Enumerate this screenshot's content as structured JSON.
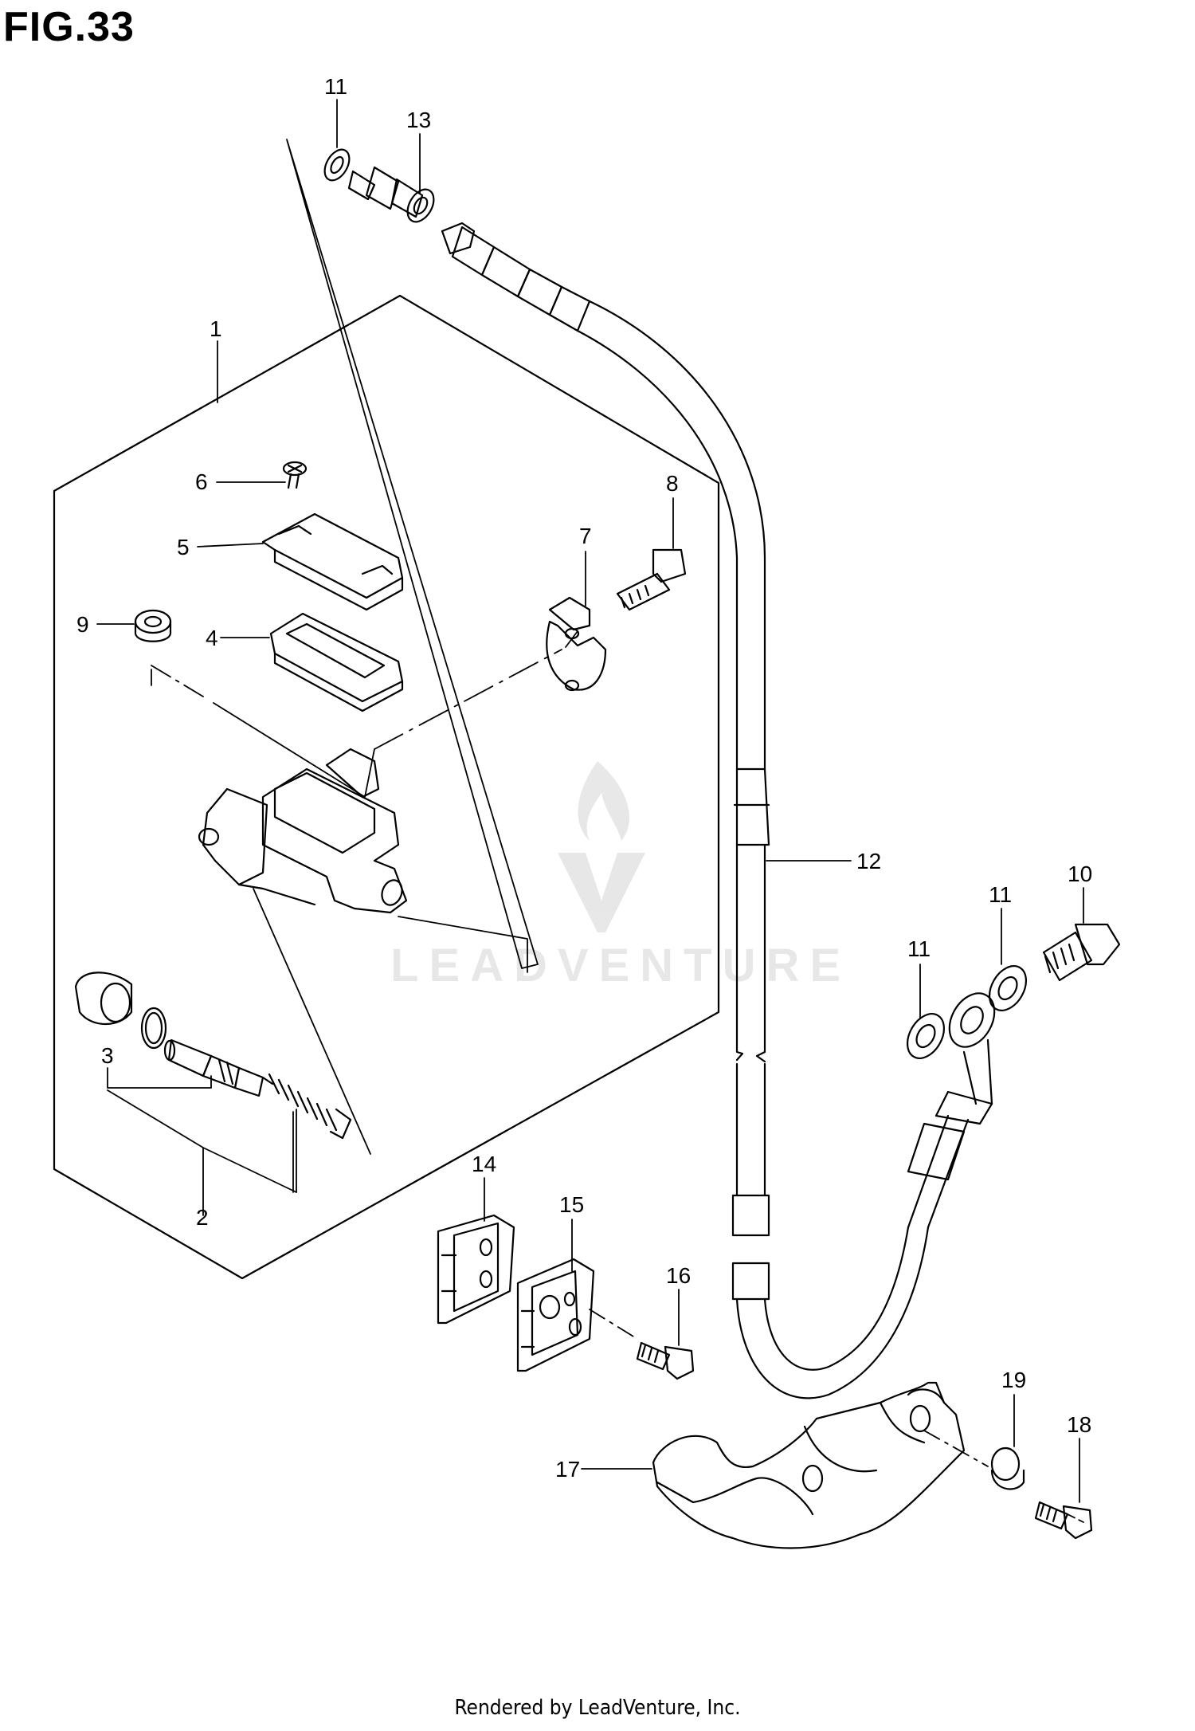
{
  "figure": {
    "title": "FIG.33"
  },
  "footer": {
    "text": "Rendered by LeadVenture, Inc."
  },
  "watermark": {
    "text": "LEADVENTURE"
  },
  "callouts": [
    {
      "id": "c11a",
      "label": "11"
    },
    {
      "id": "c13",
      "label": "13"
    },
    {
      "id": "c1",
      "label": "1"
    },
    {
      "id": "c6",
      "label": "6"
    },
    {
      "id": "c5",
      "label": "5"
    },
    {
      "id": "c9",
      "label": "9"
    },
    {
      "id": "c4",
      "label": "4"
    },
    {
      "id": "c7",
      "label": "7"
    },
    {
      "id": "c8",
      "label": "8"
    },
    {
      "id": "c12",
      "label": "12"
    },
    {
      "id": "c10",
      "label": "10"
    },
    {
      "id": "c11b",
      "label": "11"
    },
    {
      "id": "c11c",
      "label": "11"
    },
    {
      "id": "c3",
      "label": "3"
    },
    {
      "id": "c2",
      "label": "2"
    },
    {
      "id": "c14",
      "label": "14"
    },
    {
      "id": "c15",
      "label": "15"
    },
    {
      "id": "c16",
      "label": "16"
    },
    {
      "id": "c17",
      "label": "17"
    },
    {
      "id": "c19",
      "label": "19"
    },
    {
      "id": "c18",
      "label": "18"
    }
  ]
}
